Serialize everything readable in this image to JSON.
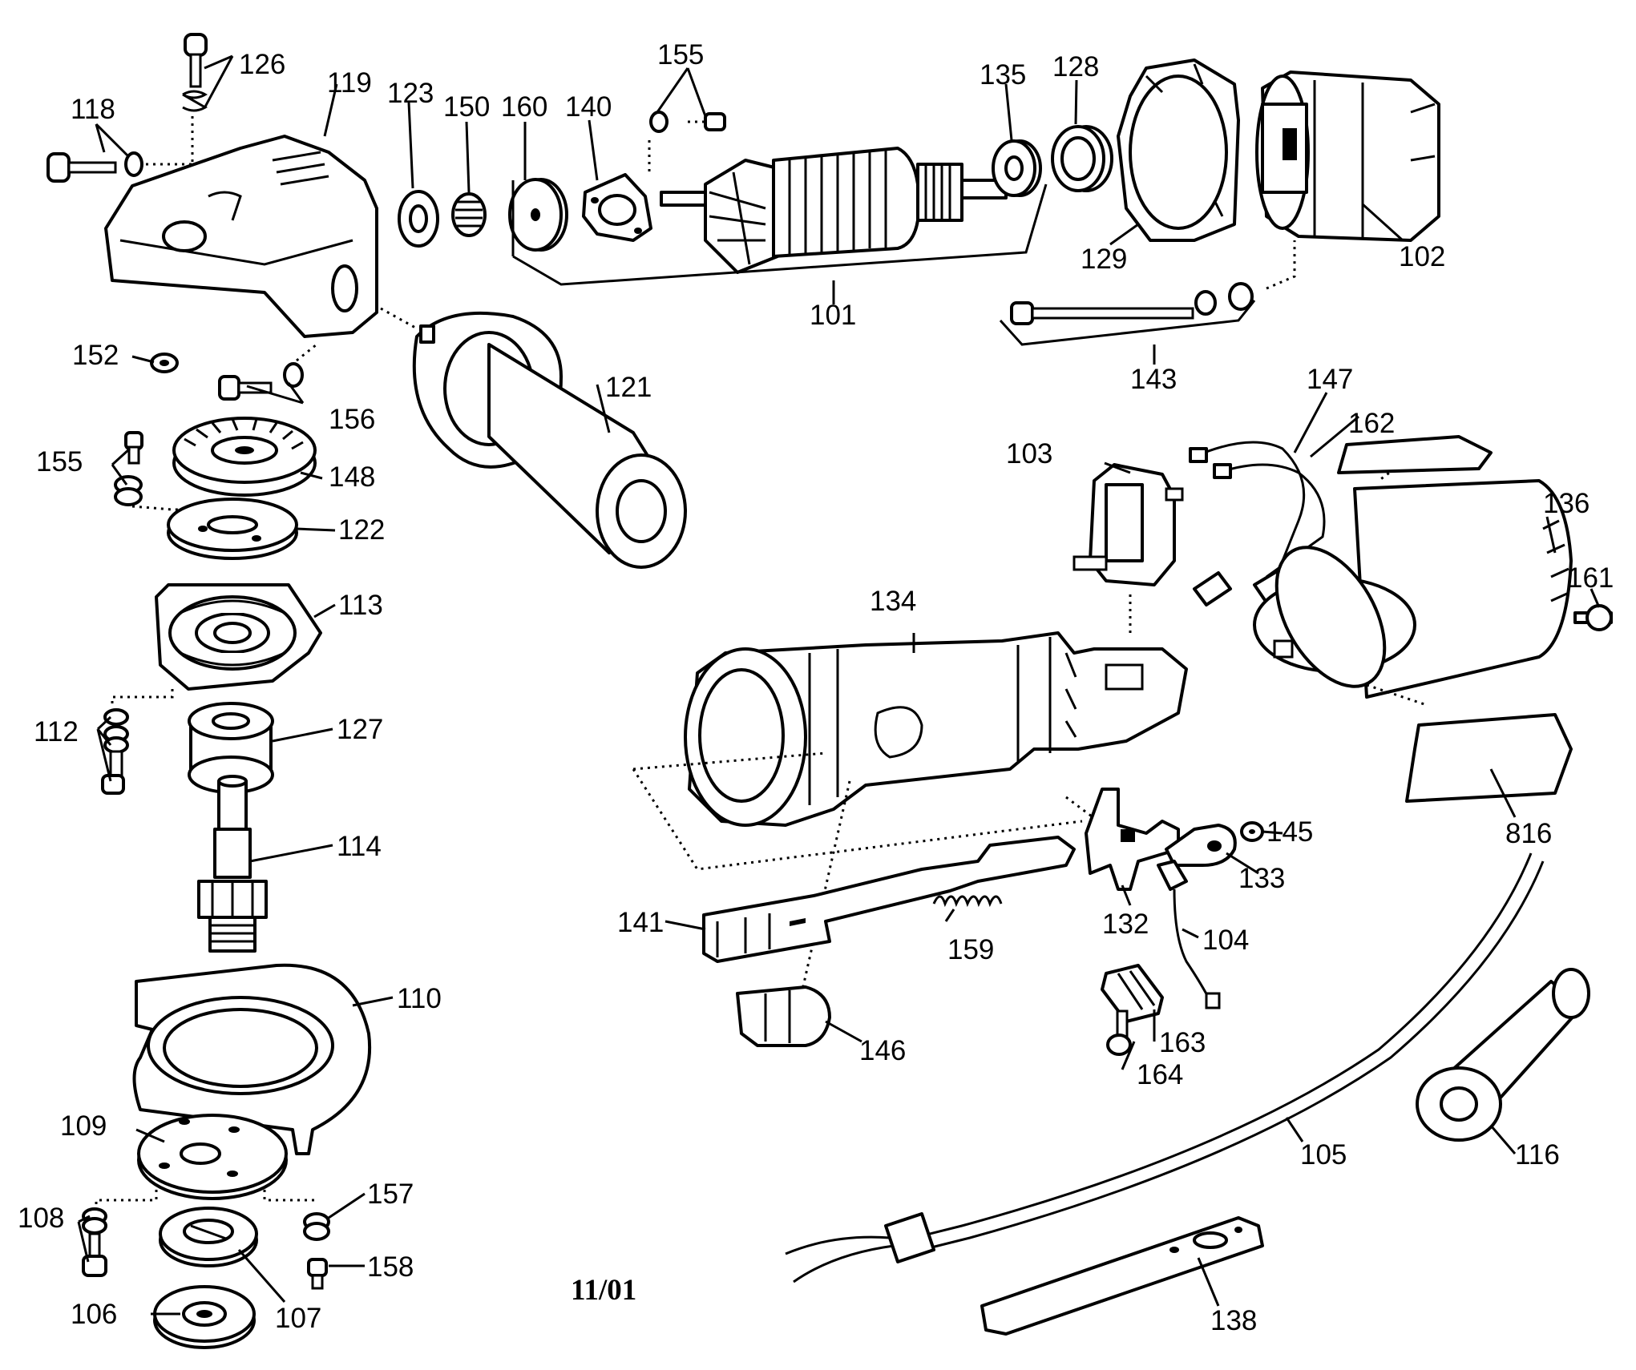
{
  "diagram": {
    "date_code": "11/01",
    "part_labels": {
      "p101": "101",
      "p102": "102",
      "p103": "103",
      "p104": "104",
      "p105": "105",
      "p106": "106",
      "p107": "107",
      "p108": "108",
      "p109": "109",
      "p110": "110",
      "p112": "112",
      "p113": "113",
      "p114": "114",
      "p116": "116",
      "p118": "118",
      "p119": "119",
      "p121": "121",
      "p122": "122",
      "p123": "123",
      "p126": "126",
      "p127": "127",
      "p128": "128",
      "p129": "129",
      "p132": "132",
      "p133": "133",
      "p134": "134",
      "p135": "135",
      "p136": "136",
      "p138": "138",
      "p140": "140",
      "p141": "141",
      "p143": "143",
      "p145": "145",
      "p146": "146",
      "p147": "147",
      "p148": "148",
      "p150": "150",
      "p152": "152",
      "p155a": "155",
      "p155b": "155",
      "p156": "156",
      "p157": "157",
      "p158": "158",
      "p159": "159",
      "p160": "160",
      "p161": "161",
      "p162": "162",
      "p163": "163",
      "p164": "164",
      "p816": "816"
    }
  }
}
